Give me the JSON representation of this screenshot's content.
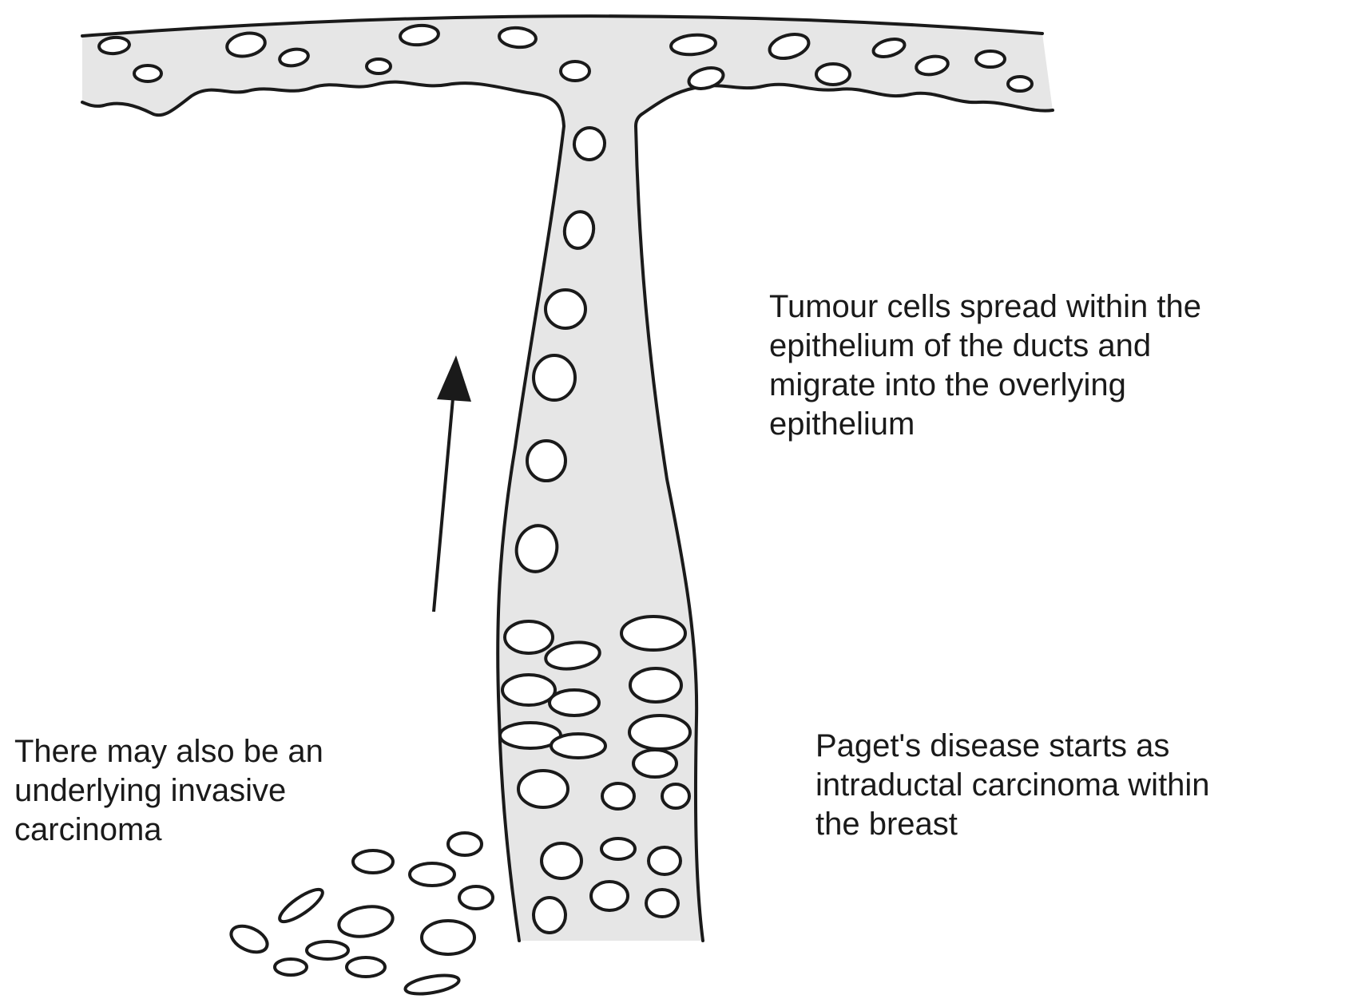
{
  "labels": {
    "tumour_spread": [
      "Tumour cells spread within the",
      "epithelium of the ducts and",
      "migrate into the overlying",
      "epithelium"
    ],
    "invasive": [
      "There may also be an",
      "underlying invasive",
      "carcinoma"
    ],
    "paget_start": [
      "Paget's disease starts as",
      "intraductal carcinoma within",
      "the breast"
    ]
  },
  "colors": {
    "tissue_fill": "#e6e6e6",
    "outline": "#1a1a1a",
    "cell_fill": "#ffffff"
  }
}
